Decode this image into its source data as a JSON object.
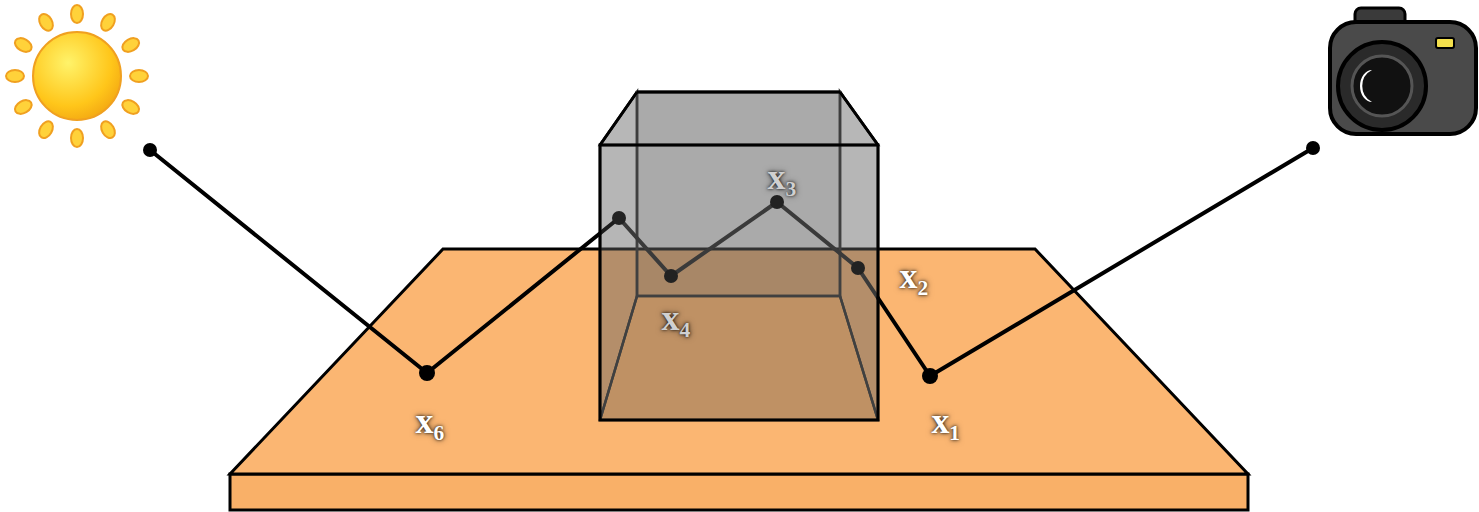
{
  "diagram": {
    "labels": [
      "x₃",
      "x₂",
      "x₄",
      "x₆",
      "x₁"
    ]
  }
}
